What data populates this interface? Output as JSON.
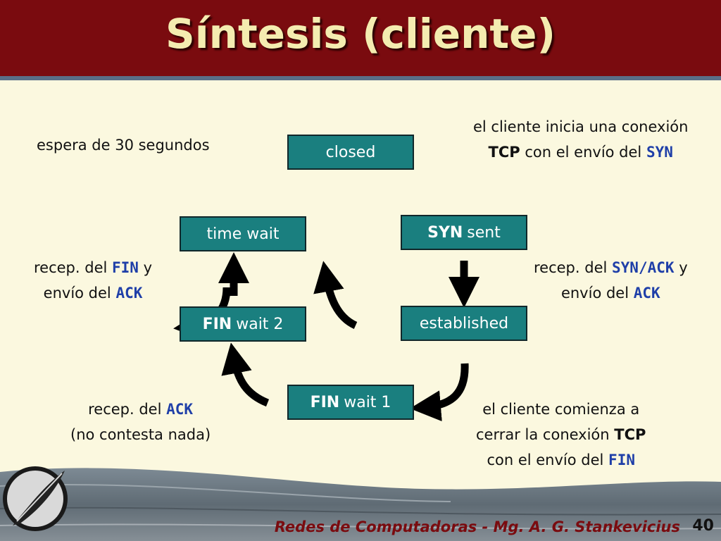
{
  "slide": {
    "title": "Síntesis (cliente)",
    "footer": "Redes de Computadoras - Mg. A. G. Stankevicius",
    "page_number": "40"
  },
  "states": {
    "closed": "closed",
    "time_wait": "time wait",
    "syn_sent": {
      "bold": "SYN",
      "rest": "sent"
    },
    "fin_wait_2": {
      "bold": "FIN",
      "rest": "wait 2"
    },
    "established": "established",
    "fin_wait_1": {
      "bold": "FIN",
      "rest": "wait 1"
    }
  },
  "notes": {
    "wait30": "espera de 30 segundos",
    "client_starts": {
      "line1": "el cliente inicia una conexión",
      "tcp": "TCP",
      "mid": "con el envío del",
      "syn": "SYN"
    },
    "recv_fin": {
      "pre": "recep. del",
      "fin": "FIN",
      "y": "y",
      "line2": "envío del",
      "ack": "ACK"
    },
    "recv_synack": {
      "pre": "recep. del",
      "synack": "SYN/ACK",
      "y": "y",
      "line2": "envío del",
      "ack": "ACK"
    },
    "recv_ack": {
      "pre": "recep. del",
      "ack": "ACK",
      "line2": "(no contesta nada)"
    },
    "client_closes": {
      "line1": "el cliente comienza a",
      "line2": "cerrar la conexión",
      "tcp": "TCP",
      "line3": "con el envío del",
      "fin": "FIN"
    }
  },
  "colors": {
    "title_bg": "#7a0b0f",
    "state_fill": "#1a7f7f",
    "code_text": "#1f3fa8"
  }
}
